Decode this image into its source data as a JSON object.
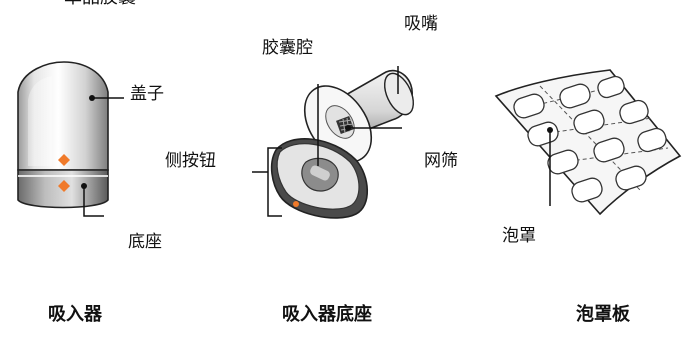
{
  "header_partial": "单品胶囊",
  "labels": {
    "cap": "盖子",
    "base": "底座",
    "capsule_chamber": "胶囊腔",
    "mouthpiece": "吸嘴",
    "side_button": "侧按钮",
    "mesh": "网筛",
    "blister": "泡罩"
  },
  "captions": {
    "inhaler": "吸入器",
    "inhaler_base": "吸入器底座",
    "blister_card": "泡罩板"
  },
  "colors": {
    "line": "#111111",
    "accent_orange": "#f07a2a",
    "body_gray": "#d8d8d8",
    "dark_gray": "#555555"
  }
}
